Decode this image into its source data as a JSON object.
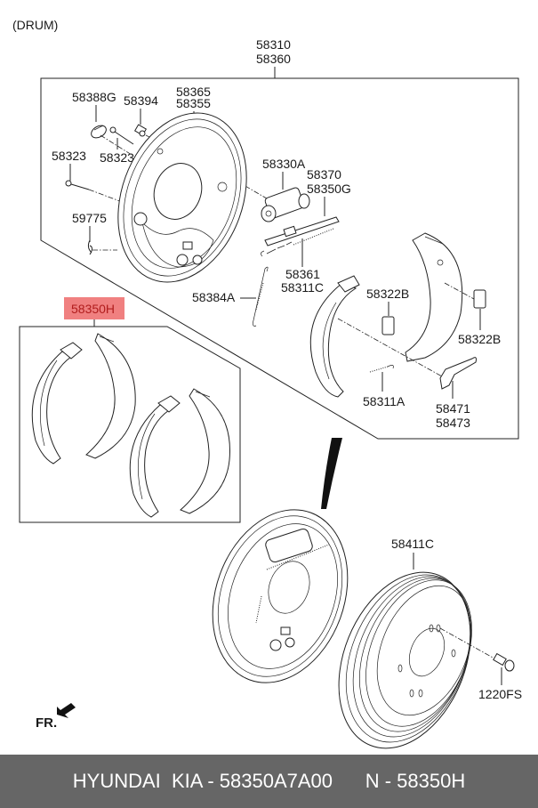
{
  "diagram": {
    "section_title": "(DRUM)",
    "front_indicator": "FR.",
    "labels": {
      "assembly_top_1": "58310",
      "assembly_top_2": "58360",
      "plug": "58388G",
      "bleeder": "58394",
      "backing_plate_1": "58365",
      "backing_plate_2": "58355",
      "pin_left": "58323",
      "pin_right": "58323",
      "wheel_cylinder": "58330A",
      "adjuster_1": "58370",
      "adjuster_2": "58350G",
      "clip": "59775",
      "spring_upper_1": "58361",
      "spring_upper_2": "58311C",
      "spring_return": "58384A",
      "shoe_set_highlighted": "58350H",
      "retainer_left": "58322B",
      "retainer_right": "58322B",
      "spring_lower": "58311A",
      "lever_1": "58471",
      "lever_2": "58473",
      "drum": "58411C",
      "screw": "1220FS"
    }
  },
  "footer": {
    "brand": "HYUNDAI  KIA - 58350A7A00",
    "alt_number": "N - 58350H"
  },
  "colors": {
    "highlight": "#f08080",
    "highlight_text": "#b01c1c",
    "footer_bg": "#666666"
  }
}
